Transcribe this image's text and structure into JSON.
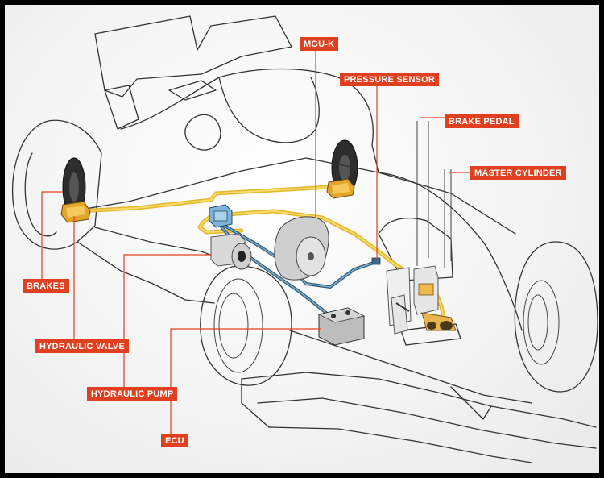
{
  "colors": {
    "label_background": "#e0401f",
    "label_text": "#ffffff",
    "hydraulic_line_yellow": "#e2b82c",
    "sensor_line_blue": "#2f5c78",
    "frame": "#000000"
  },
  "labels": {
    "mgu_k": "MGU-K",
    "pressure_sensor": "PRESSURE SENSOR",
    "brake_pedal": "BRAKE PEDAL",
    "master_cylinder": "MASTER CYLINDER",
    "brakes": "BRAKES",
    "hydraulic_valve": "HYDRAULIC VALVE",
    "hydraulic_pump": "HYDRAULIC PUMP",
    "ecu": "ECU"
  }
}
